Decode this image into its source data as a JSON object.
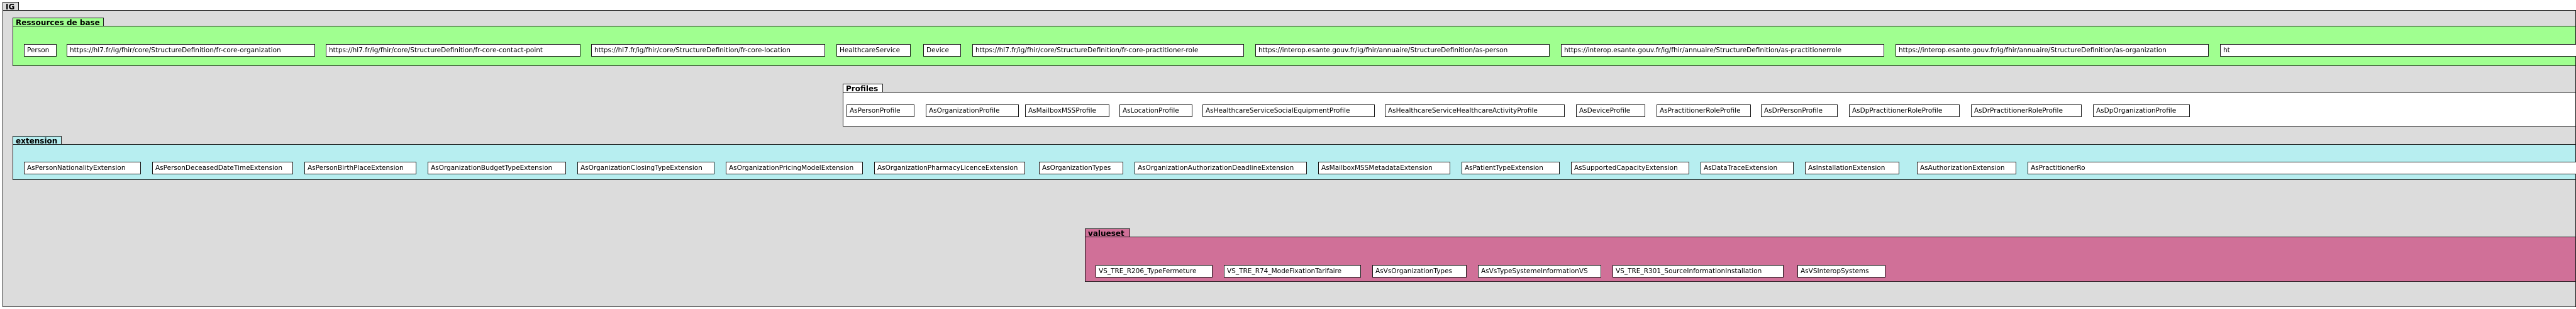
{
  "title": "IG",
  "packages": {
    "base": {
      "label": "Ressources de base",
      "color": "#a0ff90"
    },
    "profiles": {
      "label": "Profiles"
    },
    "extension": {
      "label": "extension",
      "color": "#b7eef0"
    },
    "valueset": {
      "label": "valueset",
      "color": "#d07098"
    }
  },
  "base_nodes": [
    "Person",
    "https://hl7.fr/ig/fhir/core/StructureDefinition/fr-core-organization",
    "https://hl7.fr/ig/fhir/core/StructureDefinition/fr-core-contact-point",
    "https://hl7.fr/ig/fhir/core/StructureDefinition/fr-core-location",
    "HealthcareService",
    "Device",
    "https://hl7.fr/ig/fhir/core/StructureDefinition/fr-core-practitioner-role",
    "https://interop.esante.gouv.fr/ig/fhir/annuaire/StructureDefinition/as-person",
    "https://interop.esante.gouv.fr/ig/fhir/annuaire/StructureDefinition/as-practitionerrole",
    "https://interop.esante.gouv.fr/ig/fhir/annuaire/StructureDefinition/as-organization",
    "ht"
  ],
  "profile_nodes": [
    "AsPersonProfile",
    "AsOrganizationProfile",
    "AsMailboxMSSProfile",
    "AsLocationProfile",
    "AsHealthcareServiceSocialEquipmentProfile",
    "AsHealthcareServiceHealthcareActivityProfile",
    "AsDeviceProfile",
    "AsPractitionerRoleProfile",
    "AsDrPersonProfile",
    "AsDpPractitionerRoleProfile",
    "AsDrPractitionerRoleProfile",
    "AsDpOrganizationProfile"
  ],
  "extension_nodes": [
    "AsPersonNationalityExtension",
    "AsPersonDeceasedDateTimeExtension",
    "AsPersonBirthPlaceExtension",
    "AsOrganizationBudgetTypeExtension",
    "AsOrganizationClosingTypeExtension",
    "AsOrganizationPricingModelExtension",
    "AsOrganizationPharmacyLicenceExtension",
    "AsOrganizationTypes",
    "AsOrganizationAuthorizationDeadlineExtension",
    "AsMailboxMSSMetadataExtension",
    "AsPatientTypeExtension",
    "AsSupportedCapacityExtension",
    "AsDataTraceExtension",
    "AsInstallationExtension",
    "AsAuthorizationExtension",
    "AsPractitionerRo"
  ],
  "valueset_nodes": [
    "VS_TRE_R206_TypeFermeture",
    "VS_TRE_R74_ModeFixationTarifaire",
    "AsVsOrganizationTypes",
    "AsVsTypeSystemeInformationVS",
    "VS_TRE_R301_SourceInformationInstallation",
    "AsVSInteropSystems"
  ]
}
